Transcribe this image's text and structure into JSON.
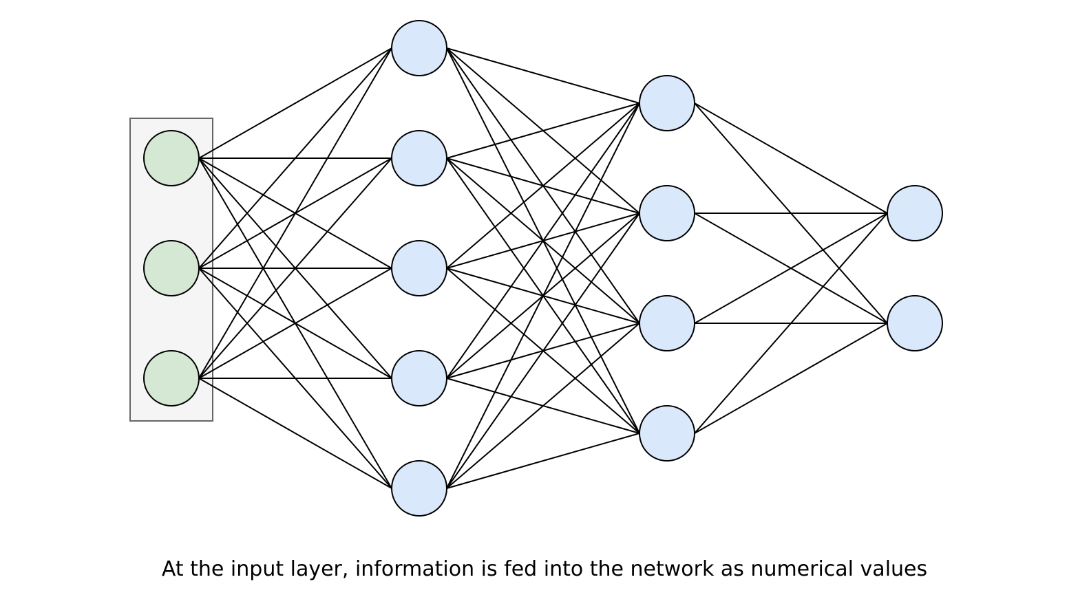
{
  "caption": "At the input layer, information is fed into the network as numerical values",
  "colors": {
    "input_node_fill": "#d5e8d4",
    "hidden_node_fill": "#dae8fc",
    "highlight_fill": "#f5f5f5",
    "highlight_stroke": "#666666",
    "stroke": "#000000"
  },
  "network": {
    "layers": [
      {
        "name": "input",
        "nodes": 3,
        "highlighted": true
      },
      {
        "name": "hidden-1",
        "nodes": 5
      },
      {
        "name": "hidden-2",
        "nodes": 4
      },
      {
        "name": "output",
        "nodes": 2
      }
    ],
    "fully_connected": true
  }
}
